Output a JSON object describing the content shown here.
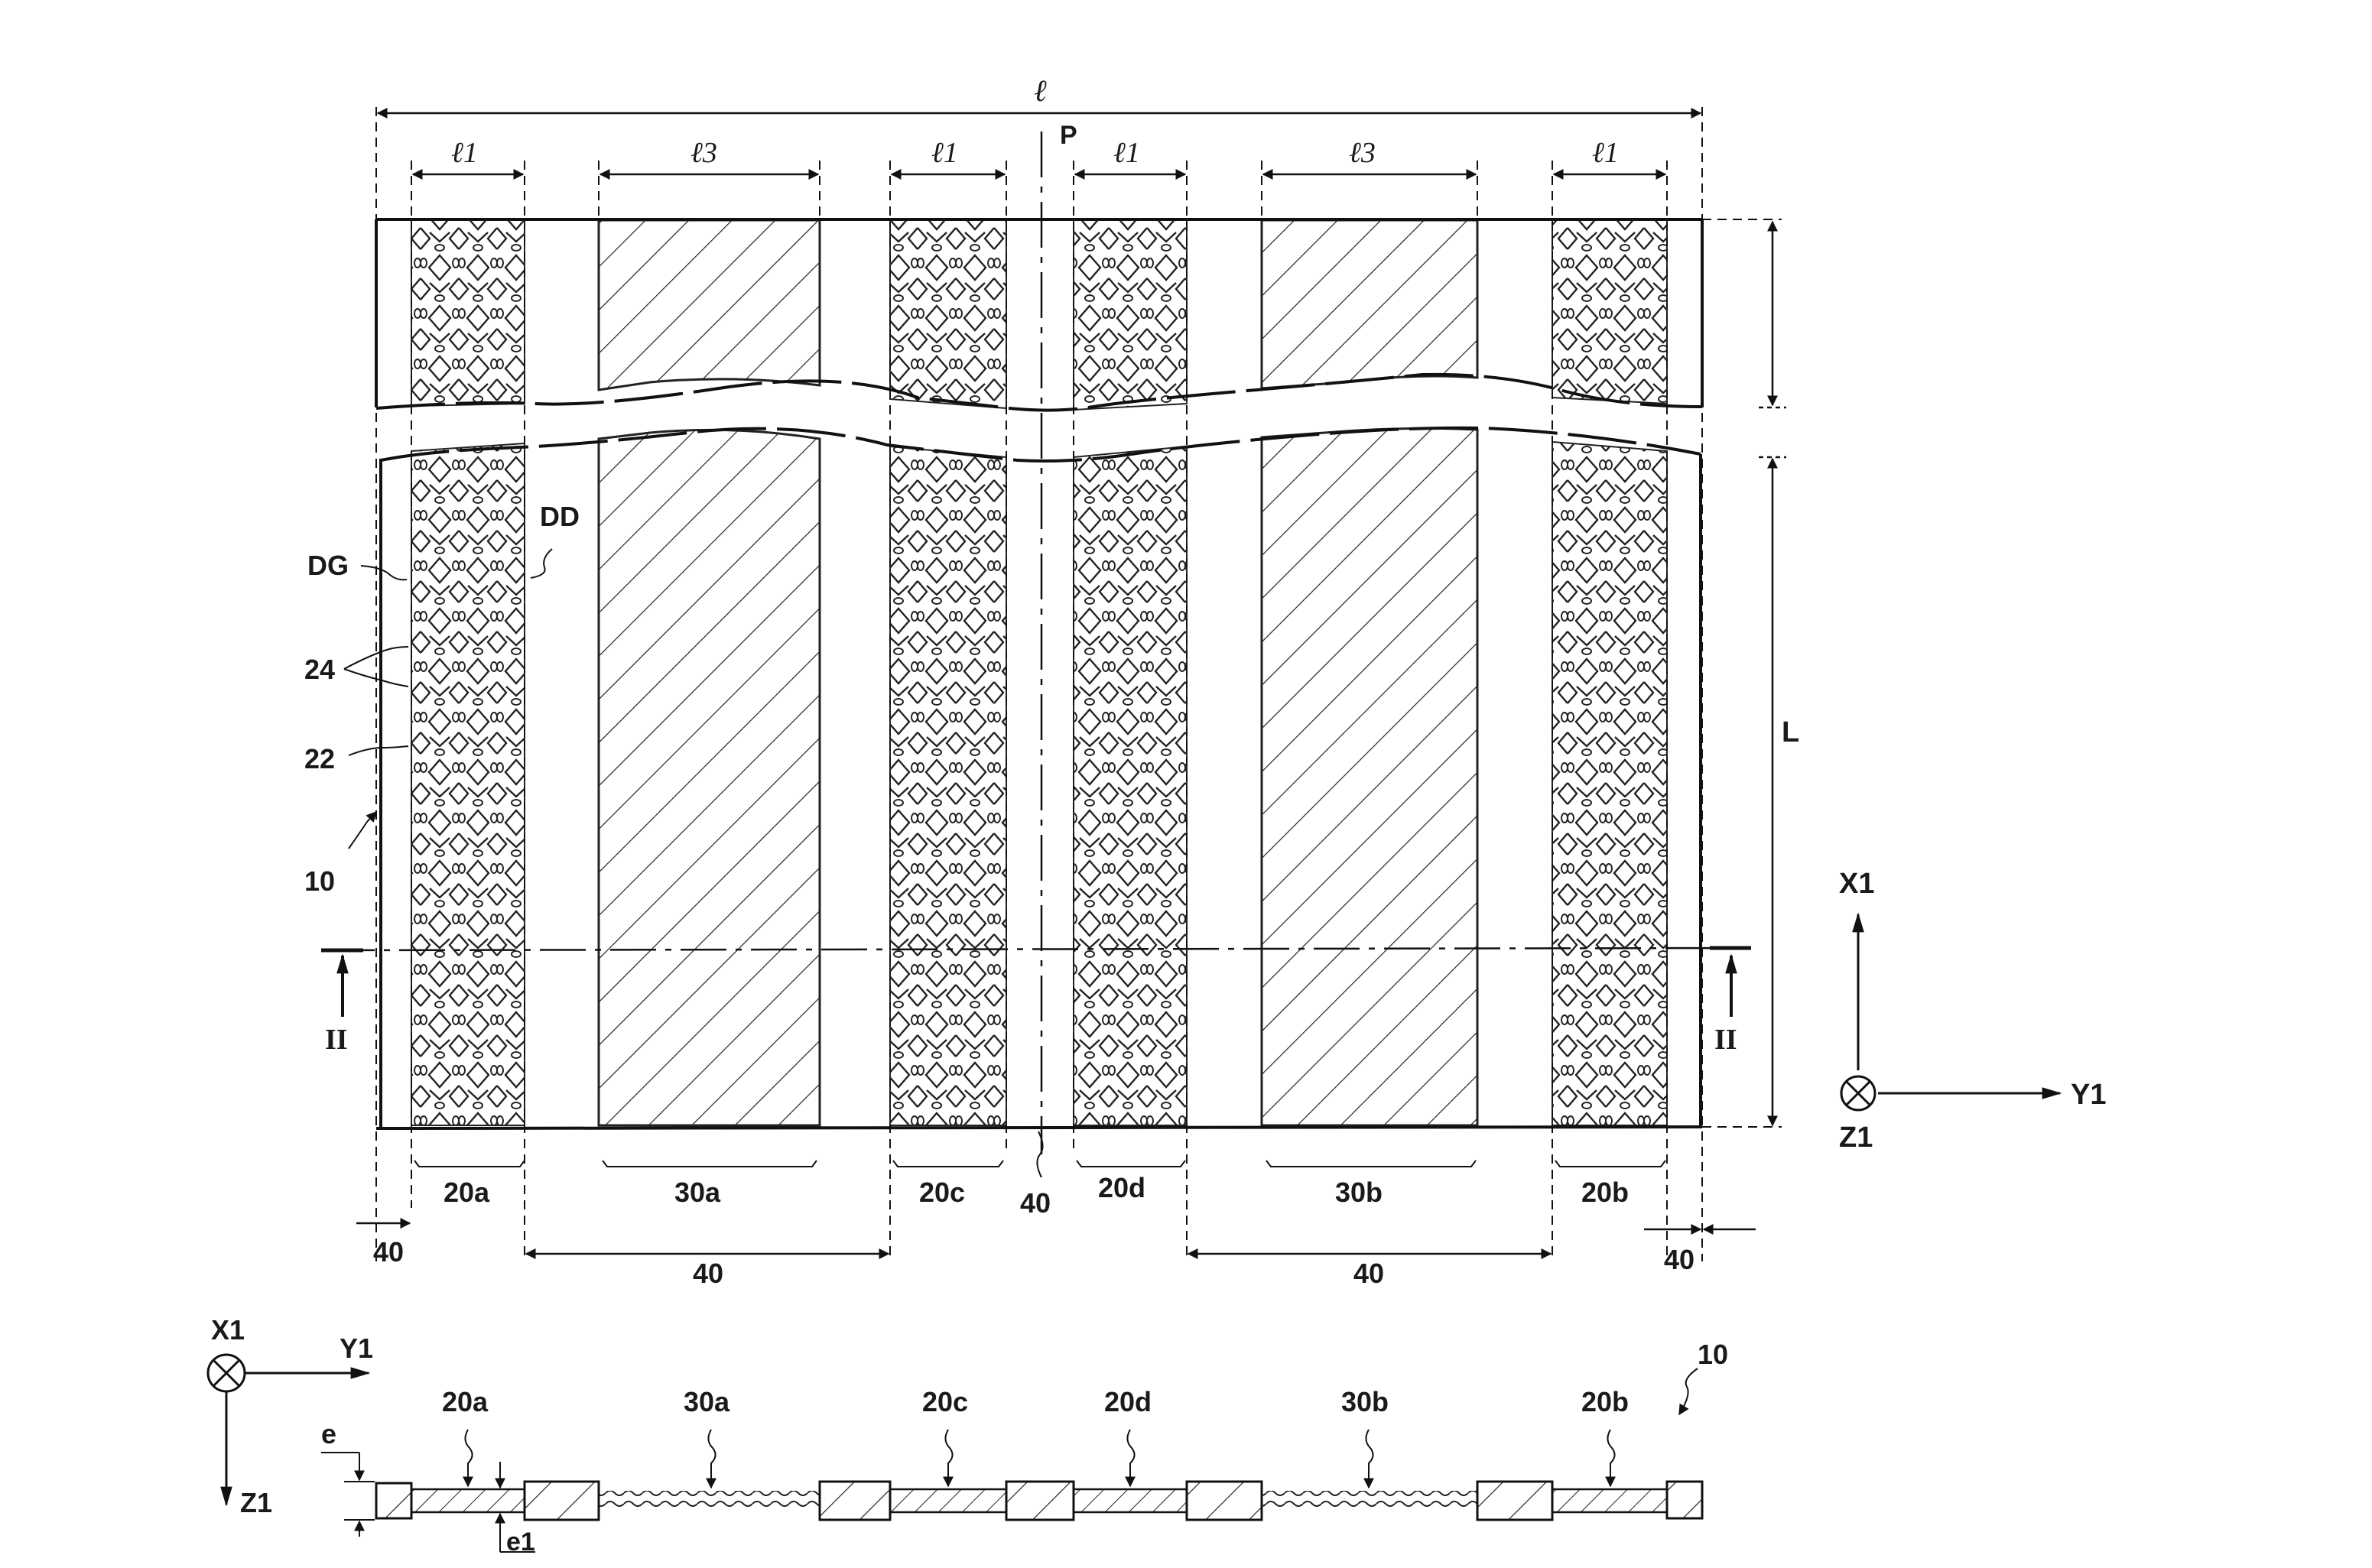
{
  "figure": {
    "top_view": {
      "overall_width_label": "ℓ",
      "band_width_labels": [
        "ℓ1",
        "ℓ3",
        "ℓ1",
        "ℓ1",
        "ℓ3",
        "ℓ1"
      ],
      "plane_label": "P",
      "length_label": "L",
      "left_edge_labels": [
        "DG",
        "DD",
        "24",
        "22",
        "10"
      ],
      "section_label": "II",
      "band_labels": [
        "20a",
        "30a",
        "20c",
        "20d",
        "30b",
        "20b"
      ],
      "center_gap_label": "40",
      "gap_labels": [
        "40",
        "40",
        "40",
        "40"
      ]
    },
    "axes_top": {
      "x": "X1",
      "y": "Y1",
      "z": "Z1"
    },
    "section_view": {
      "axes": {
        "x": "X1",
        "y": "Y1",
        "z": "Z1"
      },
      "reference_label": "10",
      "thickness_labels": [
        "e",
        "e1"
      ],
      "band_labels": [
        "20a",
        "30a",
        "20c",
        "20d",
        "30b",
        "20b"
      ]
    }
  }
}
